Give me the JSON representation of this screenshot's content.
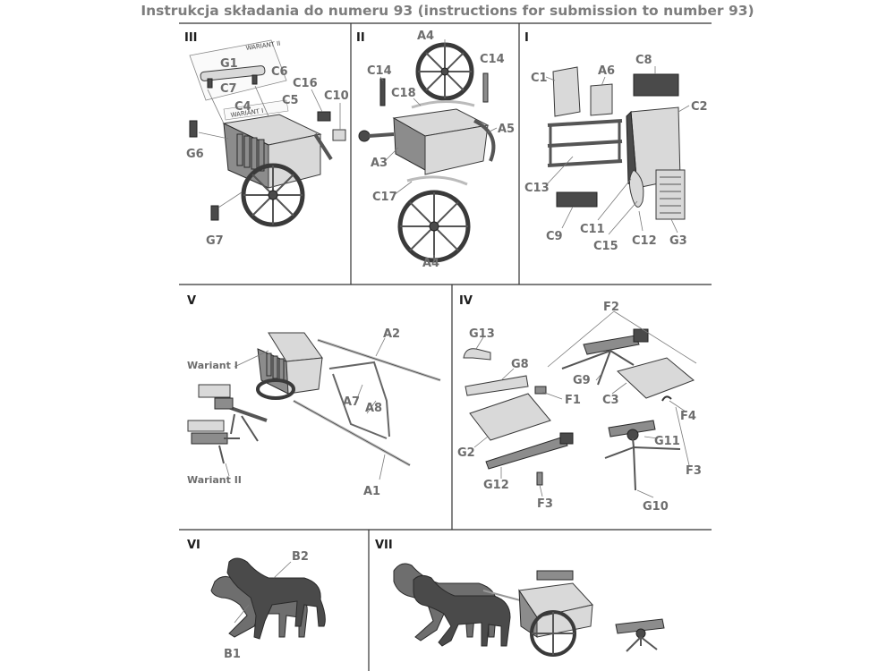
{
  "title": "Instrukcja składania do numeru 93 (instructions for submission to number 93)",
  "sections": {
    "III": {
      "heading": "III",
      "variant_2": "WARIANT II",
      "variant_1": "WARIANT I",
      "labels": {
        "G1": "G1",
        "C6": "C6",
        "C7": "C7",
        "C16": "C16",
        "C4": "C4",
        "C5": "C5",
        "C10": "C10",
        "G6": "G6",
        "G7": "G7"
      }
    },
    "II": {
      "heading": "II",
      "labels": {
        "A4_top": "A4",
        "C14_left": "C14",
        "C14_right": "C14",
        "C18": "C18",
        "A5": "A5",
        "A3": "A3",
        "C17": "C17",
        "A4_bottom": "A4"
      }
    },
    "I": {
      "heading": "I",
      "labels": {
        "C8": "C8",
        "C1": "C1",
        "A6": "A6",
        "C2": "C2",
        "C13": "C13",
        "C9": "C9",
        "C11": "C11",
        "C15": "C15",
        "C12": "C12",
        "G3": "G3"
      }
    },
    "V": {
      "heading": "V",
      "variant_1": "Wariant I",
      "variant_2": "Wariant II",
      "labels": {
        "A2": "A2",
        "A7": "A7",
        "A8": "A8",
        "A1": "A1"
      }
    },
    "IV": {
      "heading": "IV",
      "labels": {
        "F2": "F2",
        "G13": "G13",
        "G8": "G8",
        "G9": "G9",
        "C3": "C3",
        "F1": "F1",
        "F4": "F4",
        "G11": "G11",
        "G2": "G2",
        "F3_right": "F3",
        "G12": "G12",
        "F3_bottom": "F3",
        "G10": "G10"
      }
    },
    "VI": {
      "heading": "VI",
      "labels": {
        "B2": "B2",
        "B1": "B1"
      }
    },
    "VII": {
      "heading": "VII"
    }
  }
}
